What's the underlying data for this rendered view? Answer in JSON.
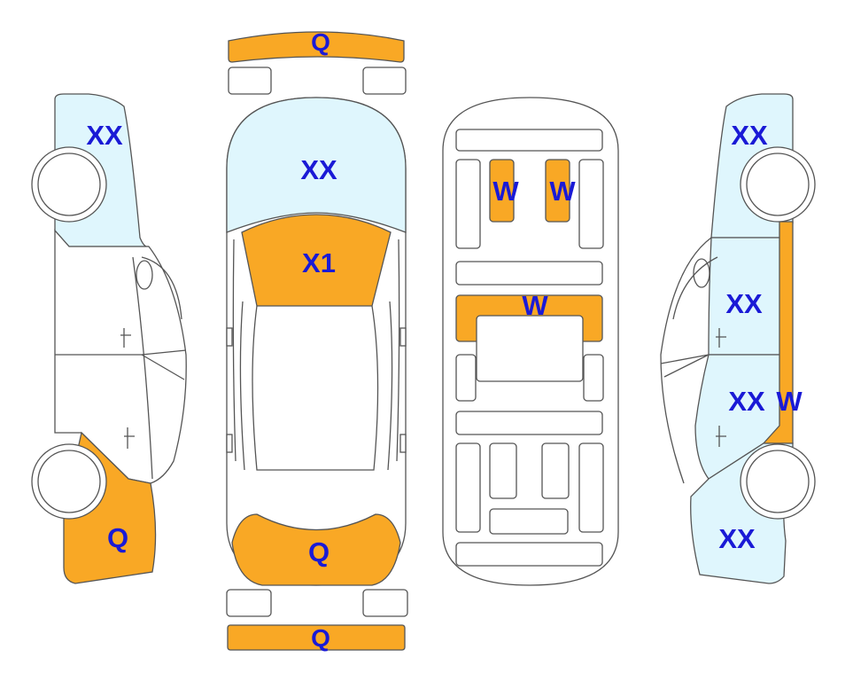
{
  "colors": {
    "orange": "#f9a825",
    "light_blue": "#dff6fd",
    "white": "#ffffff",
    "outline": "#555555",
    "label": "#1a1ad6"
  },
  "labels": {
    "front_bumper": "Q",
    "hood": "XX",
    "windshield": "X1",
    "rear_window": "Q",
    "rear_bumper": "Q",
    "floor_left_seat_top": "W",
    "floor_right_seat_top": "W",
    "floor_middle_crossmember": "W",
    "left_front_fender": "XX",
    "left_rear_quarter": "Q",
    "right_front_fender": "XX",
    "right_front_door": "XX",
    "right_rear_door": "XX",
    "right_rocker": "W",
    "right_rear_quarter": "XX"
  }
}
